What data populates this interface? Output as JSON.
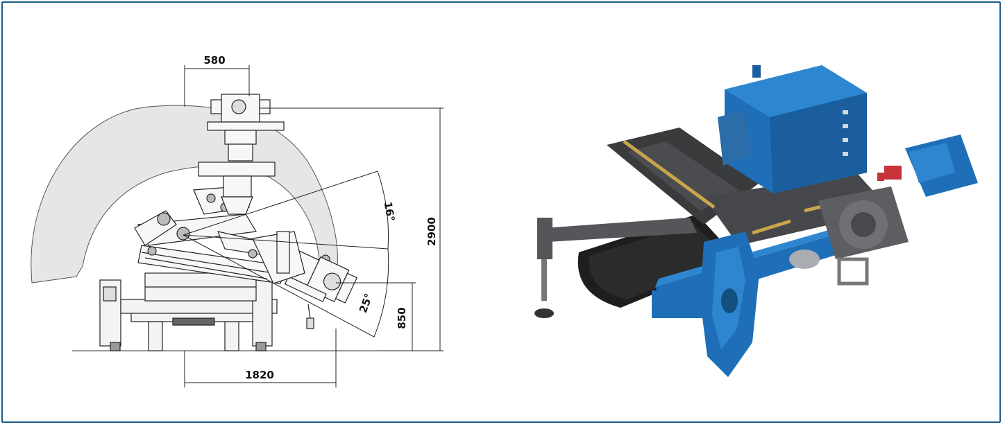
{
  "dimensions": {
    "top_width": "580",
    "bottom_width": "1820",
    "total_height": "2900",
    "low_height": "850",
    "angle_upper": "16°",
    "angle_lower": "25°"
  },
  "colors": {
    "frame_border": "#1f5c86",
    "machine_blue": "#1f6fb8",
    "machine_dark": "#3a3b3d",
    "envelope_fill": "#e6e6e6"
  },
  "icons": {
    "technical_drawing": "drilling-rig-side-elevation",
    "render": "drilling-rig-3d-model"
  }
}
